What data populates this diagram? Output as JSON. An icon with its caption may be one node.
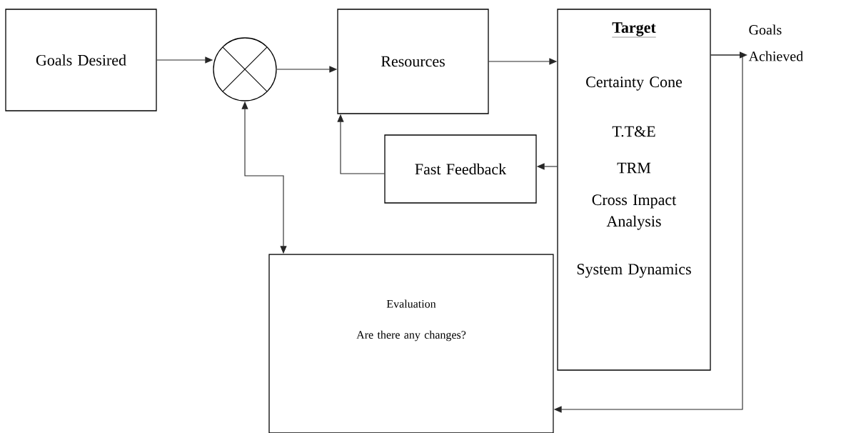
{
  "diagram": {
    "nodes": [
      {
        "text": [
          "Goals Desired"
        ]
      },
      {
        "text": [],
        "shape": "circle"
      },
      {
        "text": [
          "Resources"
        ]
      },
      {
        "text": [
          "Target",
          "Certainty Cone",
          "T.T&E",
          "TRM",
          "Cross Impact Analysis",
          "System Dynamics"
        ]
      },
      {
        "text": [
          "Fast Feedback"
        ]
      },
      {
        "text": [
          "Evaluation",
          "Are there any changes?"
        ]
      },
      {
        "text": [
          "Goals Achieved"
        ]
      }
    ],
    "edges": [
      {
        "from": 0,
        "to": 1,
        "arrow": "to"
      },
      {
        "from": 1,
        "to": 2,
        "arrow": "to"
      },
      {
        "from": 2,
        "to": 3,
        "arrow": "to"
      },
      {
        "from": 3,
        "to": 6,
        "arrow": "to"
      },
      {
        "from": 3,
        "to": 4,
        "arrow": "to"
      },
      {
        "from": 4,
        "to": 2,
        "arrow": "to"
      },
      {
        "from": 1,
        "to": 5,
        "arrow": "both"
      },
      {
        "from": 3,
        "to": 5,
        "arrow": "to"
      }
    ]
  }
}
